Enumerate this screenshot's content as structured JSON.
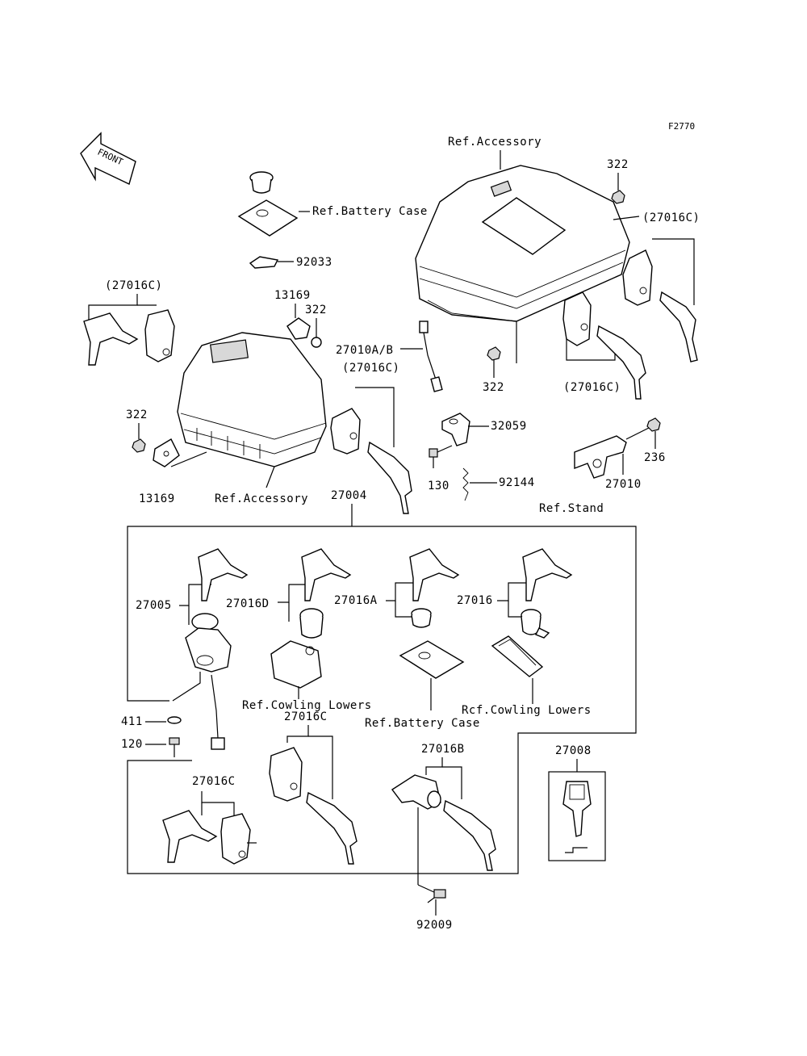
{
  "diagram_code": "F2770",
  "front_arrow_text": "FRONT",
  "labels": {
    "ref_accessory_top": "Ref.Accessory",
    "ref_accessory_bottom": "Ref.Accessory",
    "ref_battery_case_top": "Ref.Battery Case",
    "ref_battery_case_bottom": "Ref.Battery Case",
    "ref_cowling_lowers_1": "Ref.Cowling Lowers",
    "ref_cowling_lowers_2": "Rcf.Cowling Lowers",
    "ref_stand": "Ref.Stand"
  },
  "parts": {
    "p322_a": "322",
    "p322_b": "322",
    "p322_c": "322",
    "p322_d": "322",
    "p27016C_a": "(27016C)",
    "p27016C_b": "(27016C)",
    "p27016C_c": "(27016C)",
    "p27016C_d": "(27016C)",
    "p92033": "92033",
    "p13169_a": "13169",
    "p13169_b": "13169",
    "p27010AB": "27010A/B",
    "p32059": "32059",
    "p236": "236",
    "p130": "130",
    "p92144": "92144",
    "p27010": "27010",
    "p27004": "27004",
    "p27005": "27005",
    "p27016D": "27016D",
    "p27016A": "27016A",
    "p27016": "27016",
    "p411": "411",
    "p120": "120",
    "p27016C_e": "27016C",
    "p27016C_f": "27016C",
    "p27016B": "27016B",
    "p27008": "27008",
    "p92009": "92009"
  }
}
